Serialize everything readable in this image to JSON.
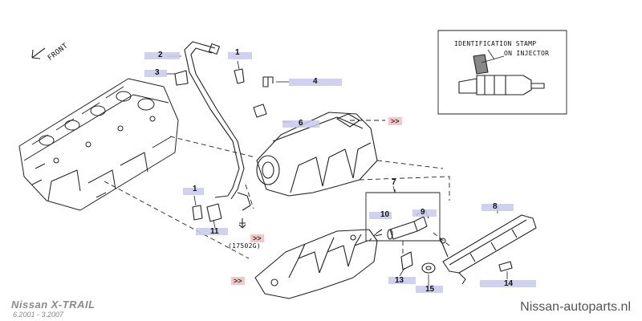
{
  "diagram": {
    "front_label": "FRONT",
    "inset": {
      "stamp_line1": "IDENTIFICATION STAMP",
      "stamp_line2": "ON INJECTOR"
    },
    "ref_code": "(17502G)",
    "arrow_symbol": ">>",
    "parts": {
      "p1a": "1",
      "p1b": "1",
      "p2": "2",
      "p3": "3",
      "p4": "4",
      "p6": "6",
      "p7": "7",
      "p8": "8",
      "p9": "9",
      "p10": "10",
      "p11": "11",
      "p13": "13",
      "p14": "14",
      "p15": "15"
    }
  },
  "footer": {
    "model": "Nissan X-TRAIL",
    "dates": "6.2001 - 3.2007",
    "website": "Nissan-autoparts.nl"
  },
  "colors": {
    "highlight": "#c8c8ee",
    "arrow_bg": "#f3c8c8",
    "line": "#222222"
  }
}
